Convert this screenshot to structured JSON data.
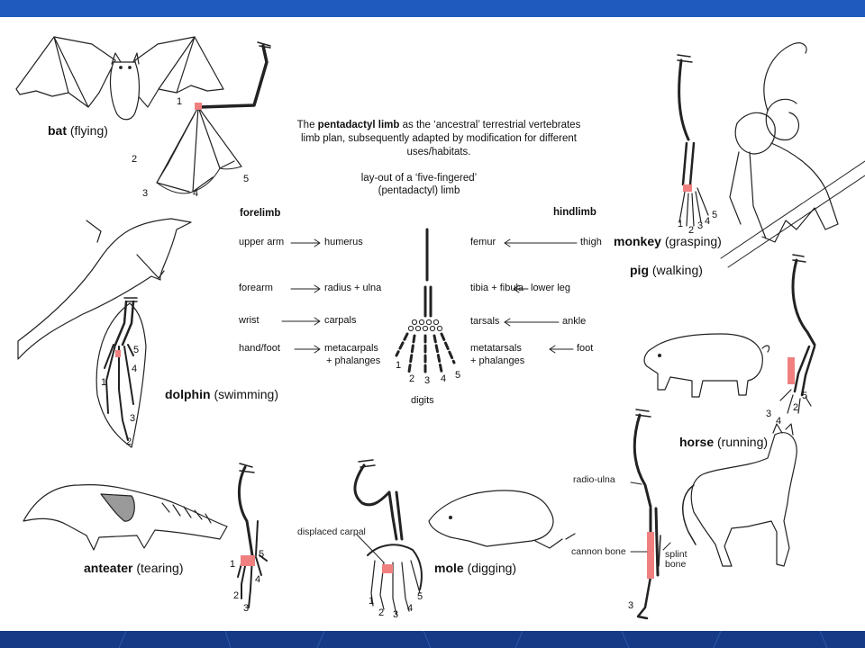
{
  "colors": {
    "top_bar": "#1f5bbf",
    "bottom_bar": "#163a86",
    "highlight": "#f08080"
  },
  "intro": {
    "bold": "pentadactyl limb",
    "pre": "The ",
    "post": " as the ‘ancestral’ terrestrial vertebrates limb plan, subsequently adapted by modification for different uses/habitats.",
    "layout_caption": "lay-out of a ‘five-fingered’ (pentadactyl) limb"
  },
  "forelimb": {
    "header": "forelimb",
    "rows": [
      {
        "part": "upper arm",
        "bone": "humerus"
      },
      {
        "part": "forearm",
        "bone": "radius + ulna"
      },
      {
        "part": "wrist",
        "bone": "carpals"
      },
      {
        "part": "hand/foot",
        "bone": "metacarpals",
        "bone2": "+ phalanges"
      }
    ]
  },
  "hindlimb": {
    "header": "hindlimb",
    "rows": [
      {
        "part": "thigh",
        "bone": "femur"
      },
      {
        "part": "lower leg",
        "bone": "tibia + fibula"
      },
      {
        "part": "ankle",
        "bone": "tarsals"
      },
      {
        "part": "foot",
        "bone": "metatarsals",
        "bone2": "+ phalanges"
      }
    ]
  },
  "digits": {
    "label": "digits",
    "numbers": [
      "1",
      "2",
      "3",
      "4",
      "5"
    ]
  },
  "animals": {
    "bat": {
      "name": "bat",
      "use": "(flying)"
    },
    "dolphin": {
      "name": "dolphin",
      "use": "(swimming)"
    },
    "anteater": {
      "name": "anteater",
      "use": "(tearing)"
    },
    "mole": {
      "name": "mole",
      "use": "(digging)"
    },
    "monkey": {
      "name": "monkey",
      "use": "(grasping)"
    },
    "pig": {
      "name": "pig",
      "use": "(walking)"
    },
    "horse": {
      "name": "horse",
      "use": "(running)"
    }
  },
  "annotations": {
    "displaced_carpal": "displaced carpal",
    "radio_ulna": "radio-ulna",
    "cannon_bone": "cannon bone",
    "splint_bone": "splint bone"
  }
}
